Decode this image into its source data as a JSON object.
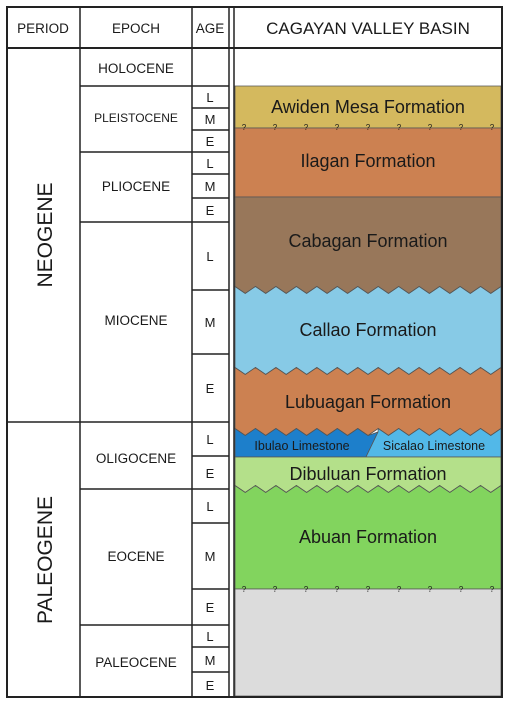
{
  "headers": {
    "period": "PERIOD",
    "epoch": "EPOCH",
    "age": "AGE",
    "basin": "CAGAYAN VALLEY BASIN"
  },
  "periods": [
    {
      "id": "neogene",
      "label": "NEOGENE"
    },
    {
      "id": "paleogene",
      "label": "PALEOGENE"
    }
  ],
  "epochs": [
    {
      "id": "holocene",
      "label": "HOLOCENE",
      "ages": []
    },
    {
      "id": "pleistocene",
      "label": "PLEISTOCENE",
      "ages": [
        "L",
        "M",
        "E"
      ]
    },
    {
      "id": "pliocene",
      "label": "PLIOCENE",
      "ages": [
        "L",
        "M",
        "E"
      ]
    },
    {
      "id": "miocene",
      "label": "MIOCENE",
      "ages": [
        "L",
        "M",
        "E"
      ]
    },
    {
      "id": "oligocene",
      "label": "OLIGOCENE",
      "ages": [
        "L",
        "E"
      ]
    },
    {
      "id": "eocene",
      "label": "EOCENE",
      "ages": [
        "L",
        "M",
        "E"
      ]
    },
    {
      "id": "paleocene",
      "label": "PALEOCENE",
      "ages": [
        "L",
        "M",
        "E"
      ]
    }
  ],
  "formations": [
    {
      "id": "awiden-mesa",
      "label": "Awiden Mesa Formation",
      "color": "#d4b95e"
    },
    {
      "id": "ilagan",
      "label": "Ilagan Formation",
      "color": "#cc8151"
    },
    {
      "id": "cabagan",
      "label": "Cabagan Formation",
      "color": "#98775a"
    },
    {
      "id": "callao",
      "label": "Callao Formation",
      "color": "#87cae6"
    },
    {
      "id": "lubuagan",
      "label": "Lubuagan Formation",
      "color": "#cc8151"
    },
    {
      "id": "ibulao",
      "label": "Ibulao Limestone",
      "color": "#1d7fcb"
    },
    {
      "id": "sicalao",
      "label": "Sicalao Limestone",
      "color": "#52b8e8"
    },
    {
      "id": "dibuluan",
      "label": "Dibuluan Formation",
      "color": "#b4e08a"
    },
    {
      "id": "abuan",
      "label": "Abuan Formation",
      "color": "#82d45e"
    },
    {
      "id": "basement",
      "label": "",
      "color": "#dcdcdc"
    }
  ],
  "uncertain_contact_mark": "?"
}
